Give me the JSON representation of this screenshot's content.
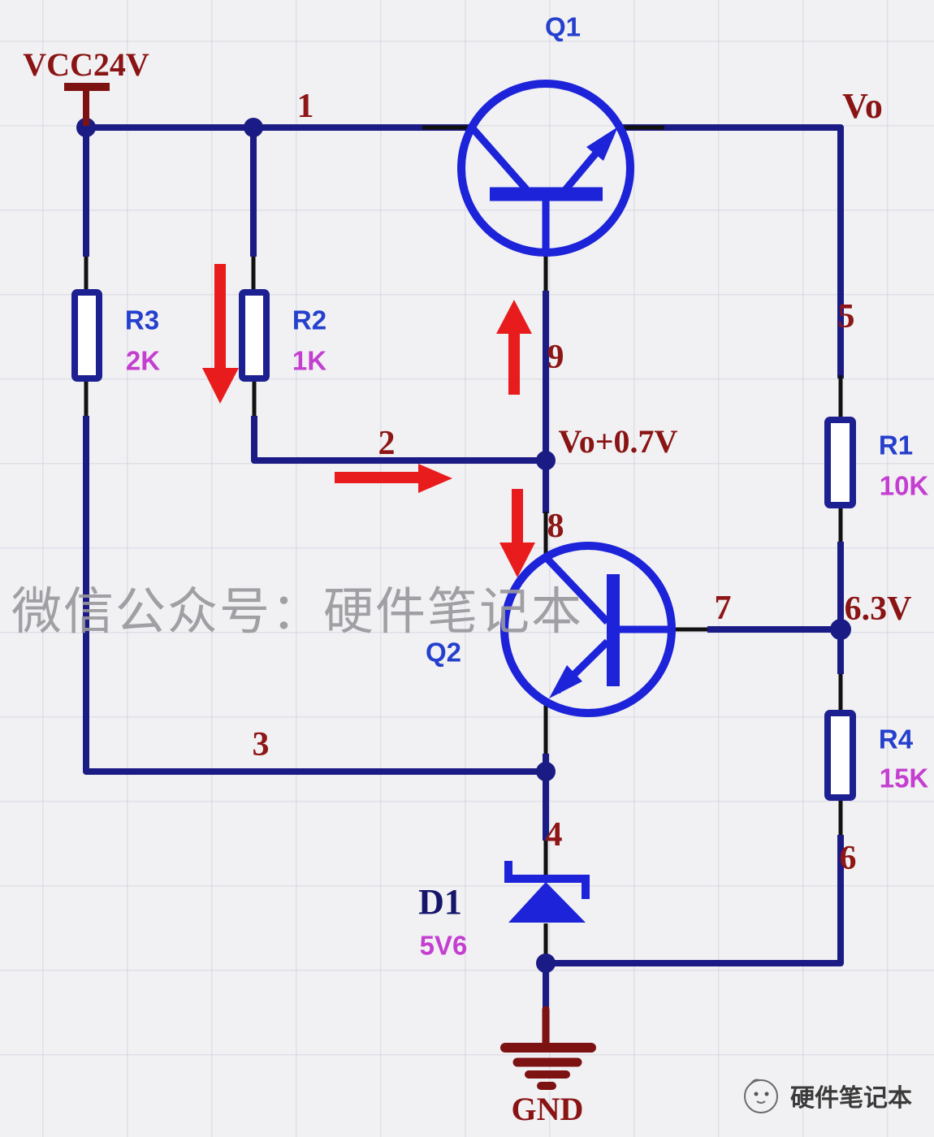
{
  "schematic": {
    "nets": {
      "vcc": "VCC24V",
      "gnd": "GND",
      "vo": "Vo",
      "vo_plus_07": "Vo+0.7V",
      "v6_3": "6.3V"
    },
    "nodes": {
      "n1": "1",
      "n2": "2",
      "n3": "3",
      "n4": "4",
      "n5": "5",
      "n6": "6",
      "n7": "7",
      "n8": "8",
      "n9": "9"
    },
    "components": {
      "q1": {
        "ref": "Q1"
      },
      "q2": {
        "ref": "Q2"
      },
      "r1": {
        "ref": "R1",
        "value": "10K"
      },
      "r2": {
        "ref": "R2",
        "value": "1K"
      },
      "r3": {
        "ref": "R3",
        "value": "2K"
      },
      "r4": {
        "ref": "R4",
        "value": "15K"
      },
      "d1": {
        "ref": "D1",
        "value": "5V6"
      }
    },
    "watermarks": {
      "center": "微信公众号：硬件笔记本",
      "badge": "硬件笔记本"
    },
    "colors": {
      "wire": "#1b1b85",
      "device_blue": "#1c23d8",
      "resistor_outline": "#1d2090",
      "pin_stub": "#111111",
      "ref_label": "#2540cc",
      "value_label": "#c43fd0",
      "net_label": "#8a1414",
      "arrow": "#e81c1c",
      "background": "#f1f1f4"
    }
  }
}
